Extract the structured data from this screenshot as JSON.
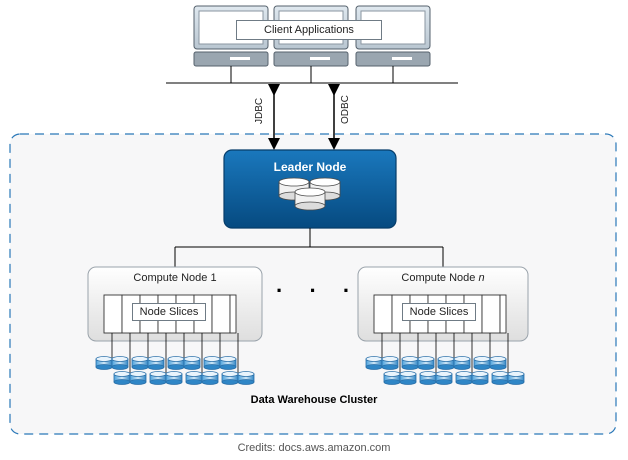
{
  "clients": {
    "label": "Client Applications"
  },
  "connections": {
    "left": "JDBC",
    "right": "ODBC"
  },
  "leader": {
    "title": "Leader Node"
  },
  "compute_nodes": [
    {
      "title_prefix": "Compute Node ",
      "title_suffix": "1",
      "slices_label": "Node Slices"
    },
    {
      "title_prefix": "Compute Node ",
      "title_suffix": "n",
      "slices_label": "Node Slices"
    }
  ],
  "ellipsis": "· · ·",
  "cluster": {
    "label": "Data Warehouse Cluster"
  },
  "credits": "Credits: docs.aws.amazon.com",
  "colors": {
    "leader_blue": "#0b5f9e",
    "dash_border": "#2a78b8",
    "node_gray": "#e8e8e8",
    "disk_blue": "#1e7bbf"
  }
}
